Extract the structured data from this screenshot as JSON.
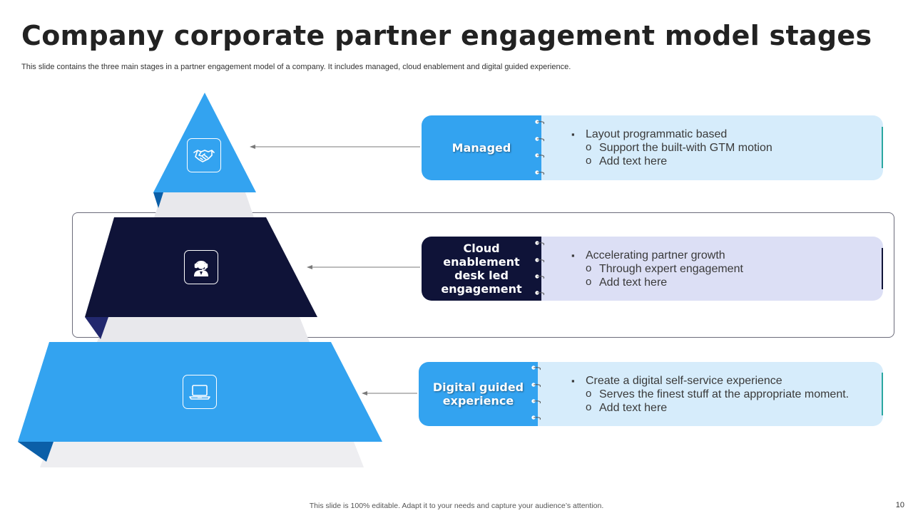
{
  "slide": {
    "title": "Company corporate partner engagement model stages",
    "subtitle": "This slide contains the  three main stages in a partner engagement model of a company. It includes managed, cloud enablement and digital guided experience.",
    "footer": "This slide is 100% editable.  Adapt it to your needs and capture your audience’s attention.",
    "page_number": "10"
  },
  "colors": {
    "blue": "#33a3f0",
    "navy": "#0f1338",
    "light_blue_panel": "#d6ecfb",
    "lavender_panel": "#dcdff5",
    "gray_shadow": "#e8e8ec",
    "arrow": "#7a7a7a"
  },
  "stages": [
    {
      "label": "Managed",
      "icon": "handshake-icon",
      "bullet": "Layout programmatic  based",
      "subs": [
        "Support the built-with GTM motion",
        "Add text here"
      ]
    },
    {
      "label": "Cloud enablement desk led engagement",
      "icon": "support-agent-icon",
      "bullet": "Accelerating partner growth",
      "subs": [
        "Through  expert engagement",
        "Add text here"
      ]
    },
    {
      "label": "Digital guided experience",
      "icon": "laptop-icon",
      "bullet": "Create a digital self-service experience",
      "subs": [
        "Serves the finest stuff  at the appropriate moment.",
        "Add text here"
      ]
    }
  ]
}
